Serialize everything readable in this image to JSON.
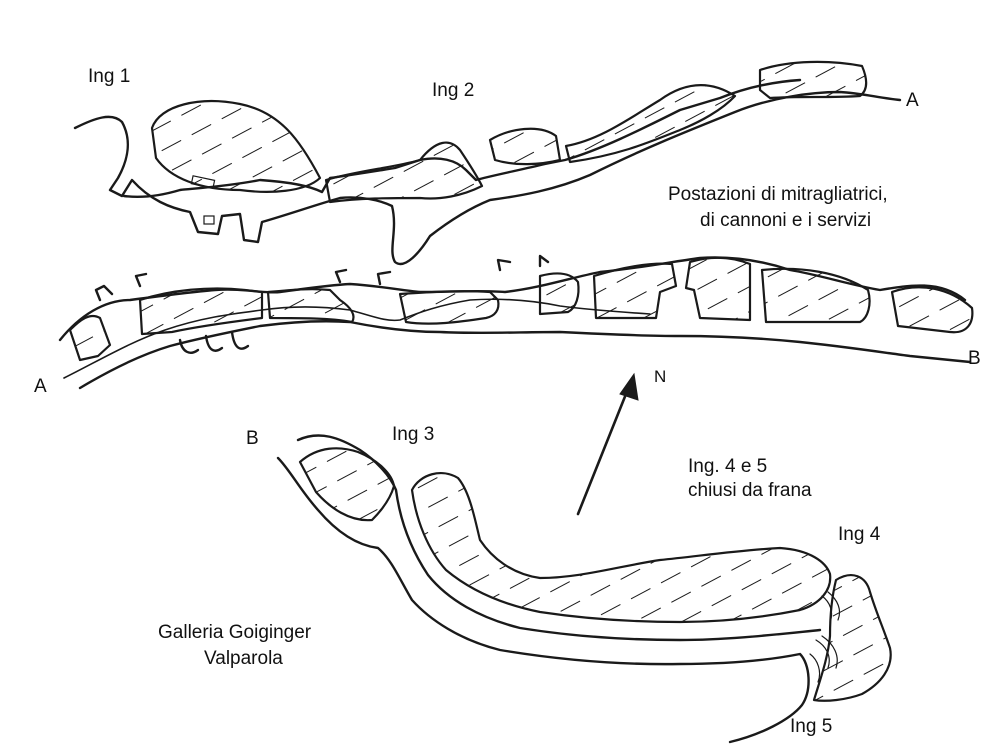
{
  "labels": {
    "ing1": "Ing 1",
    "ing2": "Ing 2",
    "ing3": "Ing 3",
    "ing4": "Ing 4",
    "ing5": "Ing 5",
    "a_top": "A",
    "a_mid": "A",
    "b_mid": "B",
    "b_bottom": "B",
    "north": "N",
    "postazioni_1": "Postazioni di mitragliatrici,",
    "postazioni_2": "di cannoni e i servizi",
    "frana_1": "Ing. 4 e 5",
    "frana_2": "chiusi da frana",
    "title_1": "Galleria Goiginger",
    "title_2": "Valparola"
  },
  "icons": {
    "north_arrow": "north-arrow-icon"
  },
  "colors": {
    "ink": "#1a1a1a",
    "paper": "#ffffff"
  }
}
